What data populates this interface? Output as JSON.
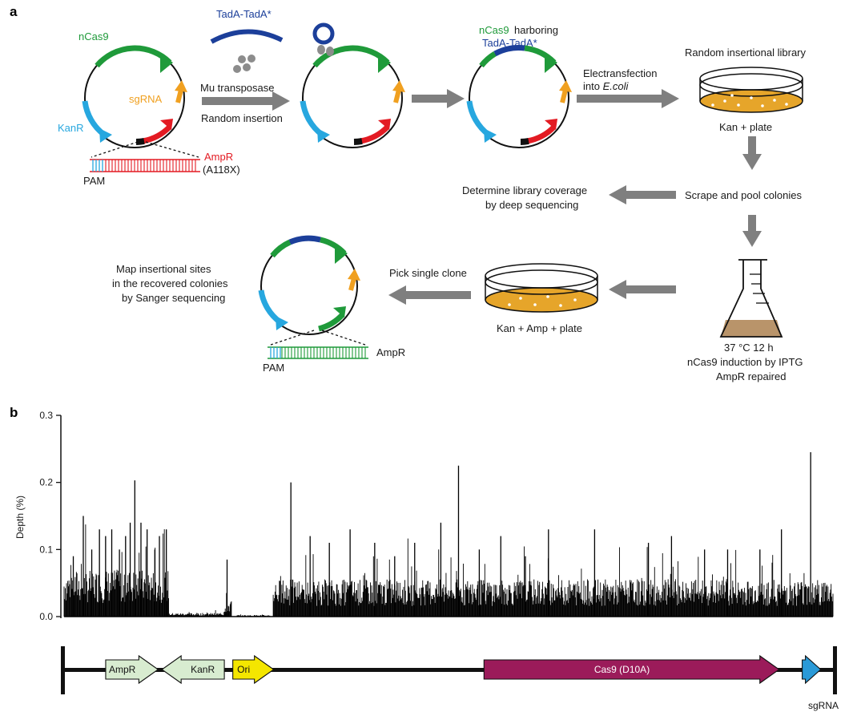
{
  "panels": {
    "a": "a",
    "b": "b"
  },
  "colors": {
    "ncas9": "#1f9a3a",
    "tada": "#1c3f9a",
    "sgrna": "#f0a020",
    "kanr": "#27a7df",
    "ampr": "#e31b23",
    "grey_arrow": "#7f7f7f",
    "agar": "#e6a52a",
    "flask_medium": "#b9946a",
    "cas9_gene": "#9b1b5a",
    "ampr_gene": "#d8ecd0",
    "ori_gene": "#f4e600",
    "sgrna_gene": "#2a9ad8"
  },
  "step1": {
    "ncas9": "nCas9",
    "sgrna": "sgRNA",
    "kanr": "KanR",
    "ampr": "AmpR",
    "ampr_mut": "(A118X)",
    "pam": "PAM"
  },
  "transposition": {
    "tada": "TadA-TadA*",
    "mu": "Mu transposase",
    "random": "Random insertion"
  },
  "step3": {
    "harbor_a": "nCas9",
    "harbor_b": "harboring",
    "tada": "TadA-TadA*"
  },
  "electro": {
    "line1": "Electransfection",
    "line2a": "into ",
    "line2b": "E.coli"
  },
  "library": {
    "title": "Random insertional library",
    "plate": "Kan + plate"
  },
  "scrape": "Scrape and pool colonies",
  "coverage": {
    "line1": "Determine library coverage",
    "line2": "by deep sequencing"
  },
  "flask": {
    "line1": "37 °C 12 h",
    "line2": "nCas9 induction by IPTG",
    "line3": "AmpR repaired"
  },
  "plate2": "Kan + Amp + plate",
  "pick": "Pick single clone",
  "map": {
    "line1": "Map insertional sites",
    "line2": "in the recovered colonies",
    "line3": "by Sanger sequencing"
  },
  "final": {
    "ampr": "AmpR",
    "pam": "PAM"
  },
  "chart_data": {
    "type": "bar",
    "ylabel": "Depth (%)",
    "ylim": [
      0,
      0.3
    ],
    "yticks": [
      "0.0",
      "0.1",
      "0.2",
      "0.3"
    ],
    "x_range": [
      0,
      1000
    ],
    "peaks": [
      {
        "x": 12,
        "y": 0.09
      },
      {
        "x": 25,
        "y": 0.15
      },
      {
        "x": 36,
        "y": 0.1
      },
      {
        "x": 46,
        "y": 0.13
      },
      {
        "x": 54,
        "y": 0.12
      },
      {
        "x": 62,
        "y": 0.13
      },
      {
        "x": 72,
        "y": 0.1
      },
      {
        "x": 80,
        "y": 0.12
      },
      {
        "x": 86,
        "y": 0.14
      },
      {
        "x": 92,
        "y": 0.203
      },
      {
        "x": 100,
        "y": 0.14
      },
      {
        "x": 108,
        "y": 0.13
      },
      {
        "x": 118,
        "y": 0.1
      },
      {
        "x": 124,
        "y": 0.12
      },
      {
        "x": 133,
        "y": 0.13
      },
      {
        "x": 212,
        "y": 0.085
      },
      {
        "x": 295,
        "y": 0.2
      },
      {
        "x": 320,
        "y": 0.12
      },
      {
        "x": 345,
        "y": 0.11
      },
      {
        "x": 372,
        "y": 0.13
      },
      {
        "x": 404,
        "y": 0.11
      },
      {
        "x": 430,
        "y": 0.09
      },
      {
        "x": 456,
        "y": 0.11
      },
      {
        "x": 490,
        "y": 0.14
      },
      {
        "x": 513,
        "y": 0.225
      },
      {
        "x": 540,
        "y": 0.1
      },
      {
        "x": 568,
        "y": 0.12
      },
      {
        "x": 600,
        "y": 0.09
      },
      {
        "x": 630,
        "y": 0.13
      },
      {
        "x": 690,
        "y": 0.13
      },
      {
        "x": 760,
        "y": 0.11
      },
      {
        "x": 790,
        "y": 0.12
      },
      {
        "x": 833,
        "y": 0.1
      },
      {
        "x": 863,
        "y": 0.1
      },
      {
        "x": 905,
        "y": 0.1
      },
      {
        "x": 933,
        "y": 0.13
      },
      {
        "x": 971,
        "y": 0.245
      }
    ]
  },
  "genes": [
    {
      "name": "AmpR",
      "start": 54,
      "end": 122,
      "dir": "right",
      "color": "#d8ecd0",
      "label": "AmpR"
    },
    {
      "name": "KanR",
      "start": 127,
      "end": 208,
      "dir": "left",
      "color": "#d8ecd0",
      "label": "KanR"
    },
    {
      "name": "Ori",
      "start": 219,
      "end": 272,
      "dir": "right",
      "color": "#f4e600",
      "label": "Ori"
    },
    {
      "name": "Cas9",
      "start": 545,
      "end": 928,
      "dir": "right",
      "color": "#9b1b5a",
      "label": "Cas9 (D10A)"
    },
    {
      "name": "sgRNA",
      "start": 958,
      "end": 982,
      "dir": "right",
      "color": "#2a9ad8",
      "label": ""
    }
  ],
  "sgrna_track_label": "sgRNA"
}
